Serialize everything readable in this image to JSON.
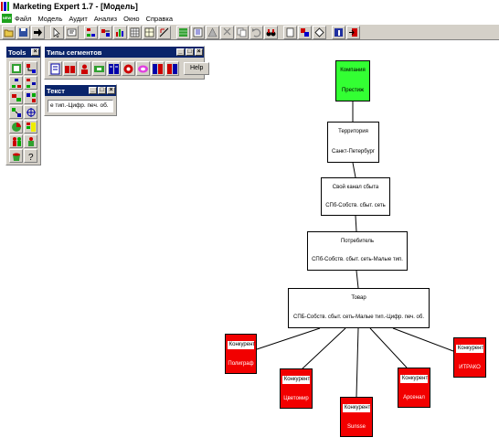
{
  "window": {
    "title": "Marketing Expert 1.7 - [Модель]"
  },
  "menu": [
    "Файл",
    "Модель",
    "Аудит",
    "Анализ",
    "Окно",
    "Справка"
  ],
  "menu_logo": "NEW",
  "panels": {
    "tools": {
      "title": "Tools"
    },
    "segment_types": {
      "title": "Типы сегментов",
      "help_label": "Help"
    },
    "text": {
      "title": "Текст",
      "value": "е тип.-Цифр. печ. об."
    }
  },
  "diagram": {
    "company": {
      "caption": "Компания",
      "name": "Престиж"
    },
    "territory": {
      "caption": "Территория",
      "name": "Санкт-Петербург"
    },
    "channel": {
      "caption": "Свой канал сбыта",
      "name": "СПб-Собств. сбыт. сеть"
    },
    "consumer": {
      "caption": "Потребитель",
      "name": "СПб-Собств. сбыт. сеть-Малые тип."
    },
    "product": {
      "caption": "Товар",
      "name": "СПБ-Собств. сбыт. сеть-Малые тип.-Цифр. печ. об."
    },
    "competitors": [
      {
        "caption": "Конкурент",
        "name": "Полиграф"
      },
      {
        "caption": "Конкурент",
        "name": "Цветомир"
      },
      {
        "caption": "Конкурент",
        "name": "Sunsse"
      },
      {
        "caption": "Конкурент",
        "name": "Арсенал"
      },
      {
        "caption": "Конкурент",
        "name": "ИТРАКО"
      }
    ]
  },
  "colors": {
    "titlebar_active": "#0a246a",
    "node_company": "#33ff33",
    "node_competitor": "#f20000",
    "toolbar": "#d4d0c8"
  }
}
